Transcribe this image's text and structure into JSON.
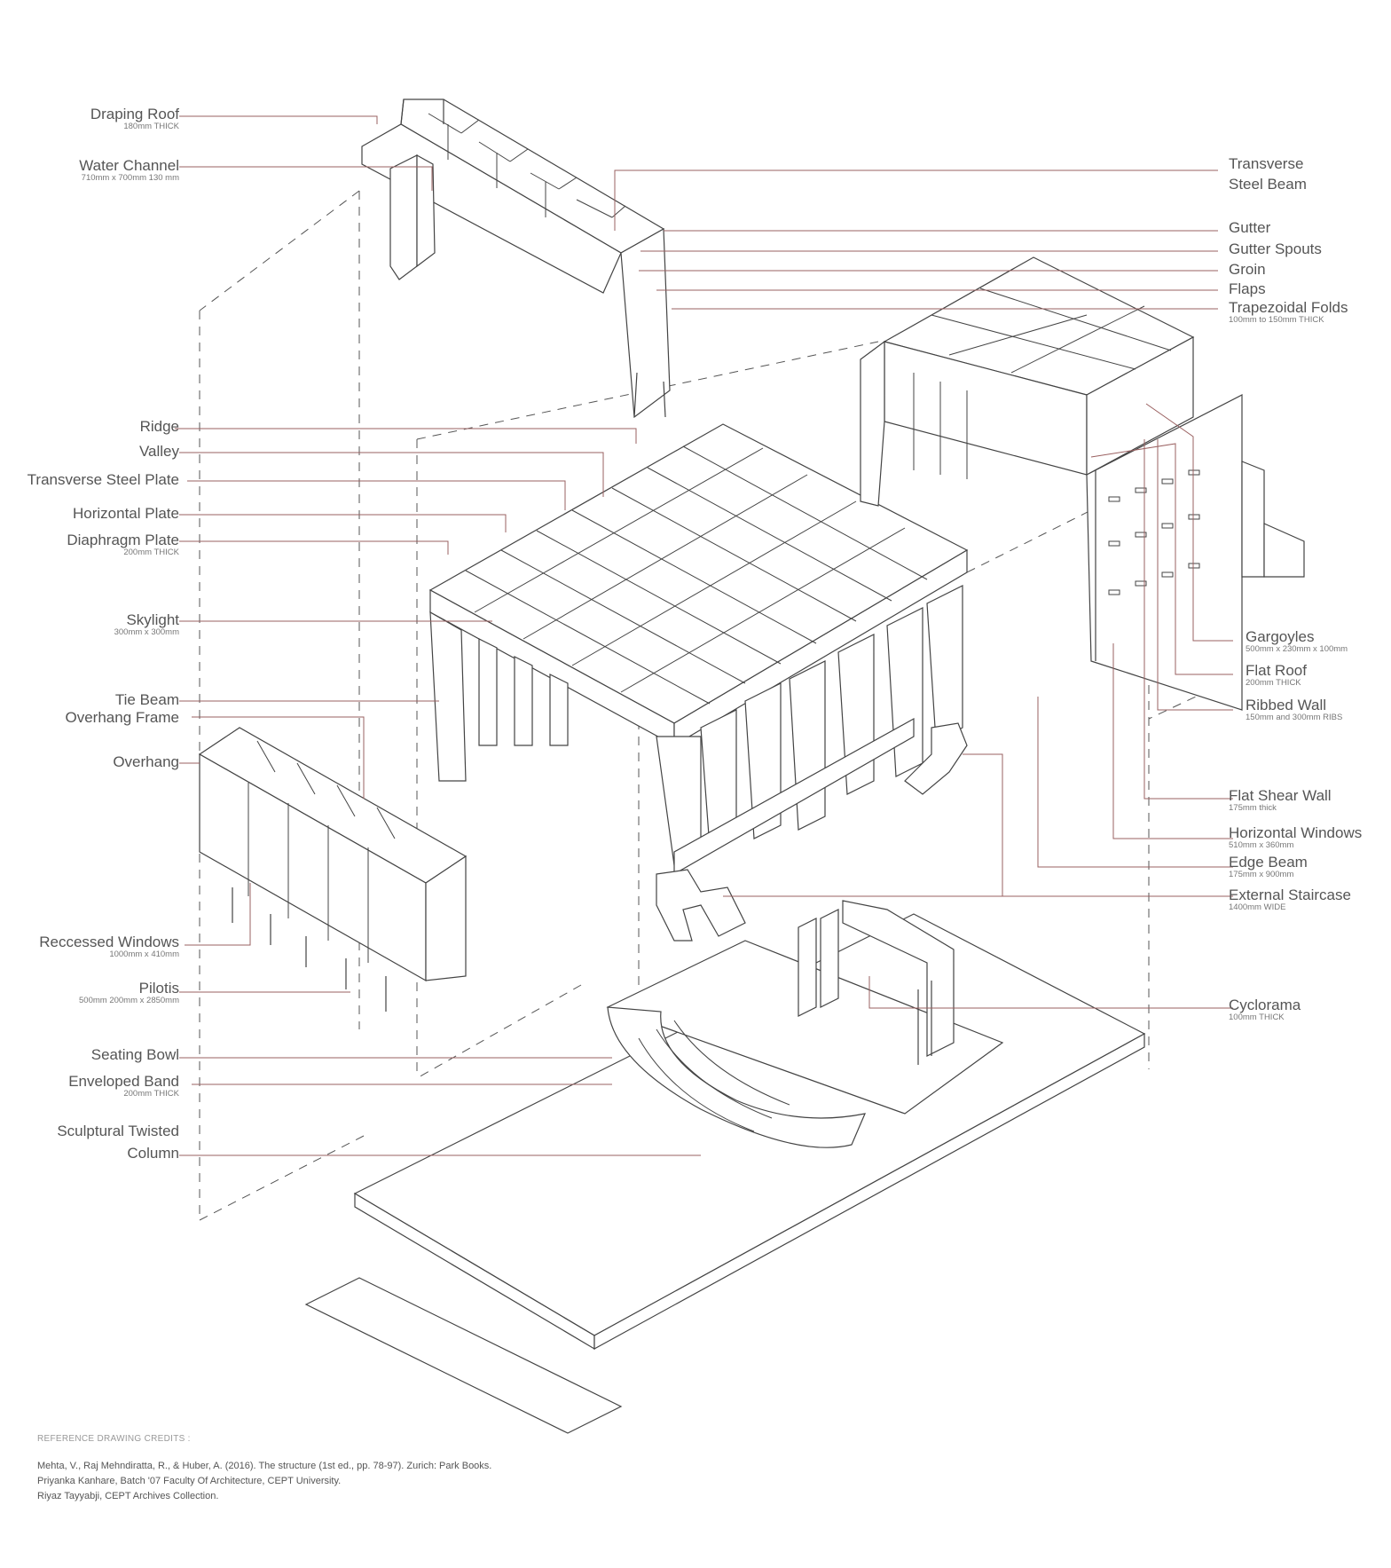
{
  "labels_left": [
    {
      "id": "draping-roof",
      "title": "Draping Roof",
      "sub": "180mm THICK"
    },
    {
      "id": "water-channel",
      "title": "Water Channel",
      "sub": "710mm x 700mm 130 mm"
    },
    {
      "id": "ridge",
      "title": "Ridge",
      "sub": ""
    },
    {
      "id": "valley",
      "title": "Valley",
      "sub": ""
    },
    {
      "id": "transverse-steel-plate",
      "title": "Transverse Steel Plate",
      "sub": ""
    },
    {
      "id": "horizontal-plate",
      "title": "Horizontal Plate",
      "sub": ""
    },
    {
      "id": "diaphragm-plate",
      "title": "Diaphragm Plate",
      "sub": "200mm THICK"
    },
    {
      "id": "skylight",
      "title": "Skylight",
      "sub": "300mm x 300mm"
    },
    {
      "id": "tie-beam",
      "title": "Tie Beam",
      "sub": ""
    },
    {
      "id": "overhang-frame",
      "title": "Overhang Frame",
      "sub": ""
    },
    {
      "id": "overhang",
      "title": "Overhang",
      "sub": ""
    },
    {
      "id": "reccessed-windows",
      "title": "Reccessed Windows",
      "sub": "1000mm x 410mm"
    },
    {
      "id": "pilotis",
      "title": "Pilotis",
      "sub": "500mm 200mm x 2850mm"
    },
    {
      "id": "seating-bowl",
      "title": "Seating Bowl",
      "sub": ""
    },
    {
      "id": "enveloped-band",
      "title": "Enveloped Band",
      "sub": "200mm THICK"
    },
    {
      "id": "sculptural-twisted-column",
      "title": "Sculptural Twisted",
      "title2": "Column",
      "sub": ""
    }
  ],
  "labels_right": [
    {
      "id": "transverse-steel-beam",
      "title": "Transverse",
      "title2": "Steel Beam",
      "sub": ""
    },
    {
      "id": "gutter",
      "title": "Gutter",
      "sub": ""
    },
    {
      "id": "gutter-spouts",
      "title": "Gutter Spouts",
      "sub": ""
    },
    {
      "id": "groin",
      "title": "Groin",
      "sub": ""
    },
    {
      "id": "flaps",
      "title": "Flaps",
      "sub": ""
    },
    {
      "id": "trapezoidal-folds",
      "title": "Trapezoidal Folds",
      "sub": "100mm to 150mm THICK"
    },
    {
      "id": "gargoyles",
      "title": "Gargoyles",
      "sub": "500mm x 230mm x 100mm"
    },
    {
      "id": "flat-roof",
      "title": "Flat Roof",
      "sub": "200mm THICK"
    },
    {
      "id": "ribbed-wall",
      "title": "Ribbed Wall",
      "sub": "150mm and 300mm RIBS"
    },
    {
      "id": "flat-shear-wall",
      "title": "Flat Shear Wall",
      "sub": "175mm thick"
    },
    {
      "id": "horizontal-windows",
      "title": "Horizontal Windows",
      "sub": "510mm x 360mm"
    },
    {
      "id": "edge-beam",
      "title": "Edge Beam",
      "sub": "175mm x 900mm"
    },
    {
      "id": "external-staircase",
      "title": "External Staircase",
      "sub": "1400mm WIDE"
    },
    {
      "id": "cyclorama",
      "title": "Cyclorama",
      "sub": "100mm THICK"
    }
  ],
  "credits": {
    "heading": "REFERENCE DRAWING CREDITS :",
    "lines": [
      "Mehta, V., Raj Mehndiratta, R., & Huber, A. (2016). The structure (1st ed., pp. 78-97). Zurich: Park Books.",
      "Priyanka Kanhare, Batch '07 Faculty Of Architecture, CEPT University.",
      "Riyaz Tayyabji, CEPT Archives Collection."
    ]
  },
  "colors": {
    "line": "#444444",
    "leader": "#9a6060",
    "dash": "#555555",
    "text": "#555555"
  }
}
